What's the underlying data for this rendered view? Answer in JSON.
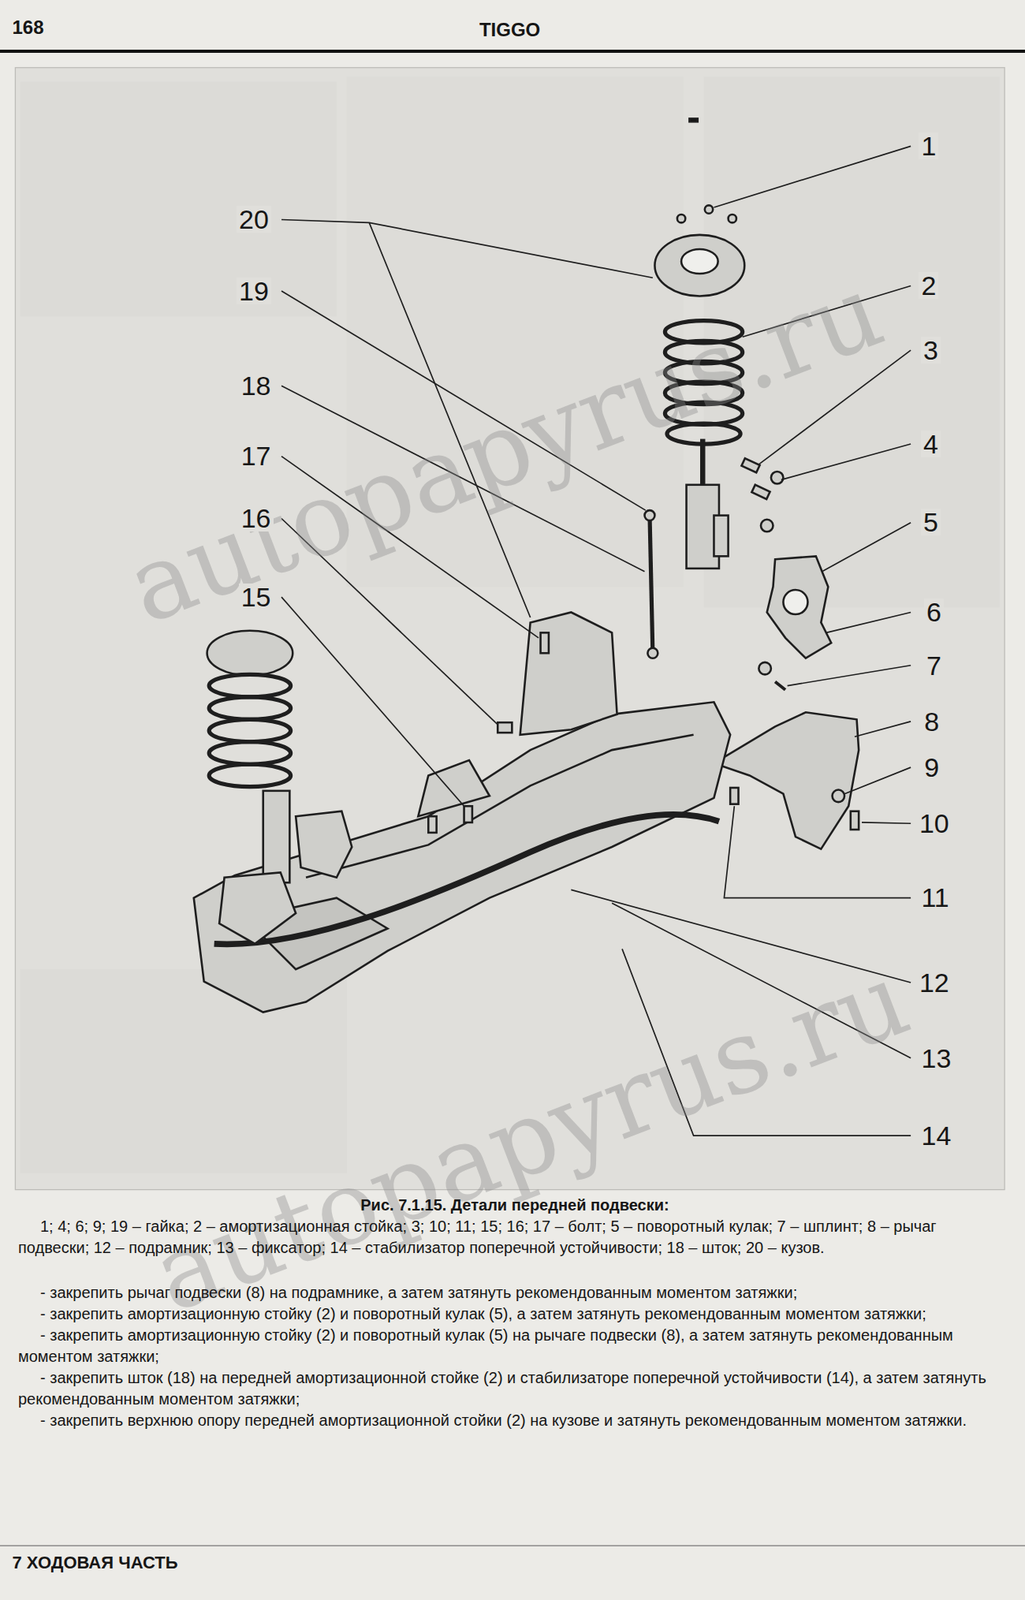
{
  "diagram": {
    "caption": "Рис. 7.1.15. Детали передней подвески:",
    "labels": [
      "168",
      "TIGGO",
      "1",
      "2",
      "3",
      "4",
      "5",
      "6",
      "7",
      "8",
      "9",
      "10",
      "11",
      "12",
      "13",
      "14",
      "20",
      "19",
      "18",
      "17",
      "16",
      "15",
      "1; 4; 6; 9; 19 – гайка; 2 – амортизационная стойка; 3; 10; 11; 15; 16; 17 – болт; 5 – поворотный кулак; 7 – шплинт; 8 – рычаг подвески; 12 – подрамник; 13 – фиксатор; 14 – стабилизатор поперечной устойчивости; 18 – шток; 20 – кузов.",
      "- закрепить рычаг подвески (8) на подрамнике, а затем затянуть рекомендованным моментом затяжки;",
      "- закрепить амортизационную стойку (2) и поворотный кулак (5), а затем затянуть рекомендованным моментом затяжки;",
      "- закрепить амортизационную стойку (2) и поворотный кулак (5) на рычаге подвески (8), а затем затянуть рекомендованным моментом затяжки;",
      "- закрепить шток (18) на передней амортизационной стойке (2) и стабилизаторе поперечной устойчивости (14), а затем затянуть рекомендованным моментом затяжки;",
      "- закрепить верхнюю опору передней амортизационной стойки (2) на кузове и затянуть рекомендованным моментом затяжки.",
      "7 ХОДОВАЯ ЧАСТЬ",
      "autopapyrus.ru",
      "autopapyrus.ru"
    ]
  }
}
